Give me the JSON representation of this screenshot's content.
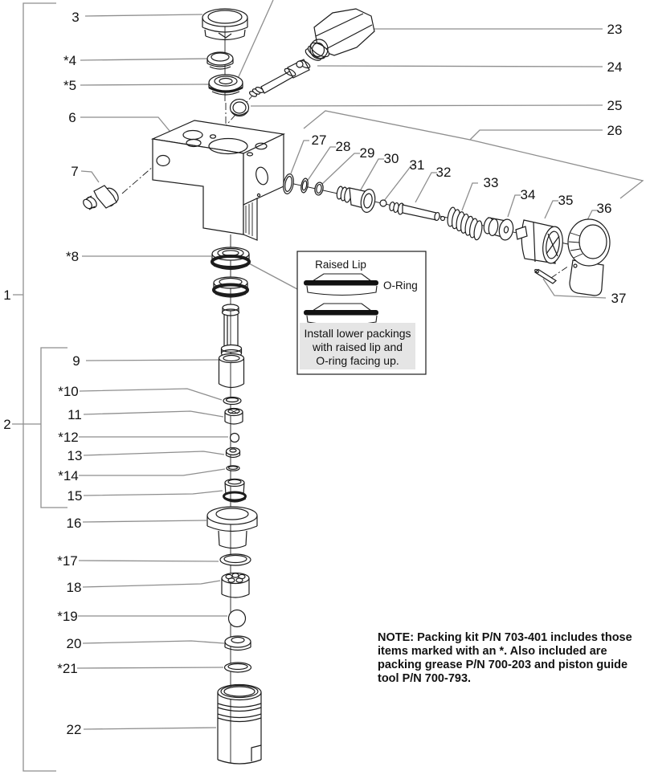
{
  "figure": {
    "callouts": [
      {
        "id": "1",
        "label": "1"
      },
      {
        "id": "2",
        "label": "2"
      },
      {
        "id": "3",
        "label": "3"
      },
      {
        "id": "4",
        "label": "*4"
      },
      {
        "id": "5",
        "label": "*5"
      },
      {
        "id": "6",
        "label": "6"
      },
      {
        "id": "7",
        "label": "7"
      },
      {
        "id": "8",
        "label": "*8"
      },
      {
        "id": "9",
        "label": "9"
      },
      {
        "id": "10",
        "label": "*10"
      },
      {
        "id": "11",
        "label": "11"
      },
      {
        "id": "12",
        "label": "*12"
      },
      {
        "id": "13",
        "label": "13"
      },
      {
        "id": "14",
        "label": "*14"
      },
      {
        "id": "15",
        "label": "15"
      },
      {
        "id": "16",
        "label": "16"
      },
      {
        "id": "17",
        "label": "*17"
      },
      {
        "id": "18",
        "label": "18"
      },
      {
        "id": "19",
        "label": "*19"
      },
      {
        "id": "20",
        "label": "20"
      },
      {
        "id": "21",
        "label": "*21"
      },
      {
        "id": "22",
        "label": "22"
      },
      {
        "id": "23",
        "label": "23"
      },
      {
        "id": "24",
        "label": "24"
      },
      {
        "id": "25",
        "label": "25"
      },
      {
        "id": "26",
        "label": "26"
      },
      {
        "id": "27",
        "label": "27"
      },
      {
        "id": "28",
        "label": "28"
      },
      {
        "id": "29",
        "label": "29"
      },
      {
        "id": "30",
        "label": "30"
      },
      {
        "id": "31",
        "label": "31"
      },
      {
        "id": "32",
        "label": "32"
      },
      {
        "id": "33",
        "label": "33"
      },
      {
        "id": "34",
        "label": "34"
      },
      {
        "id": "35",
        "label": "35"
      },
      {
        "id": "36",
        "label": "36"
      },
      {
        "id": "37",
        "label": "37"
      }
    ],
    "inset": {
      "raised_lip_label": "Raised Lip",
      "o_ring_label": "O-Ring",
      "instruction": [
        "Install lower packings",
        "with raised lip and",
        "O-ring facing up."
      ]
    },
    "note": [
      "NOTE: Packing kit P/N 703-401 includes those",
      "items marked with an *.  Also included are",
      "packing grease P/N 700-203 and piston guide",
      "tool P/N 700-793."
    ],
    "colors": {
      "line": "#1c1c1c",
      "leader": "#8e8e8e",
      "inset_bg": "#e5e5e5",
      "text": "#121212"
    }
  }
}
